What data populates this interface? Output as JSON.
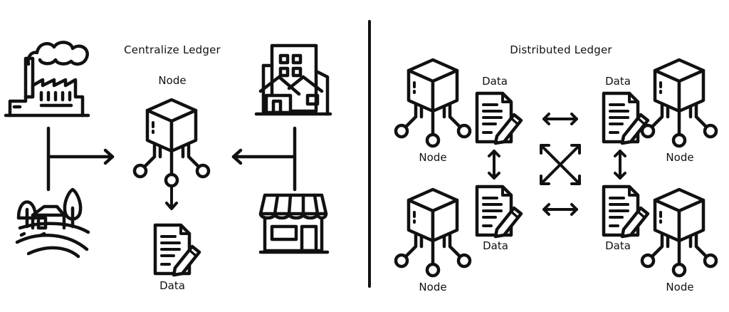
{
  "centralized": {
    "title": "Centralize Ledger",
    "node_label": "Node",
    "data_label": "Data"
  },
  "distributed": {
    "title": "Distributed Ledger",
    "nodes": [
      {
        "node_label": "Node",
        "data_label": "Data"
      },
      {
        "node_label": "Node",
        "data_label": "Data"
      },
      {
        "node_label": "Node",
        "data_label": "Data"
      },
      {
        "node_label": "Node",
        "data_label": "Data"
      }
    ]
  },
  "colors": {
    "ink": "#111111",
    "background": "#ffffff"
  }
}
